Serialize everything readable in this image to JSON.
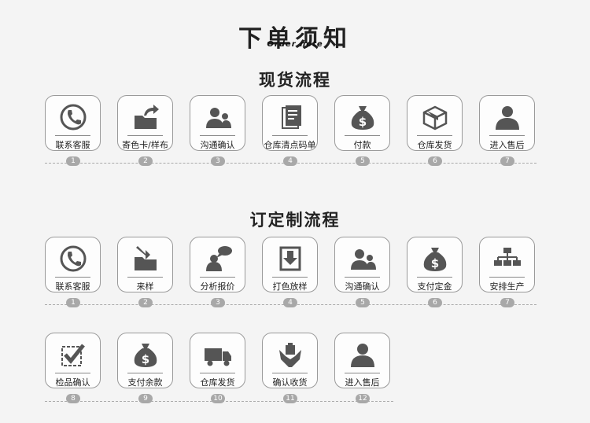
{
  "header": {
    "title": "下单须知",
    "subtitle": "Order note"
  },
  "section1": {
    "title": "现货流程",
    "steps": [
      {
        "num": "1",
        "label": "联系客服",
        "icon": "phone-icon"
      },
      {
        "num": "2",
        "label": "寄色卡/样布",
        "icon": "folder-send-icon"
      },
      {
        "num": "3",
        "label": "沟通确认",
        "icon": "users-icon"
      },
      {
        "num": "4",
        "label": "仓库清点码单",
        "icon": "documents-icon"
      },
      {
        "num": "5",
        "label": "付款",
        "icon": "money-bag-icon"
      },
      {
        "num": "6",
        "label": "仓库发货",
        "icon": "box-icon"
      },
      {
        "num": "7",
        "label": "进入售后",
        "icon": "user-icon"
      }
    ]
  },
  "section2": {
    "title": "订定制流程",
    "steps": [
      {
        "num": "1",
        "label": "联系客服",
        "icon": "phone-icon"
      },
      {
        "num": "2",
        "label": "来样",
        "icon": "folder-receive-icon"
      },
      {
        "num": "3",
        "label": "分析报价",
        "icon": "user-speech-icon"
      },
      {
        "num": "4",
        "label": "打色放样",
        "icon": "download-icon"
      },
      {
        "num": "5",
        "label": "沟通确认",
        "icon": "users-icon"
      },
      {
        "num": "6",
        "label": "支付定金",
        "icon": "money-bag-icon"
      },
      {
        "num": "7",
        "label": "安排生产",
        "icon": "org-chart-icon"
      },
      {
        "num": "8",
        "label": "检品确认",
        "icon": "checkbox-icon"
      },
      {
        "num": "9",
        "label": "支付余款",
        "icon": "money-bag-icon"
      },
      {
        "num": "10",
        "label": "仓库发货",
        "icon": "truck-icon"
      },
      {
        "num": "11",
        "label": "确认收货",
        "icon": "hands-box-icon"
      },
      {
        "num": "12",
        "label": "进入售后",
        "icon": "user-icon"
      }
    ]
  }
}
